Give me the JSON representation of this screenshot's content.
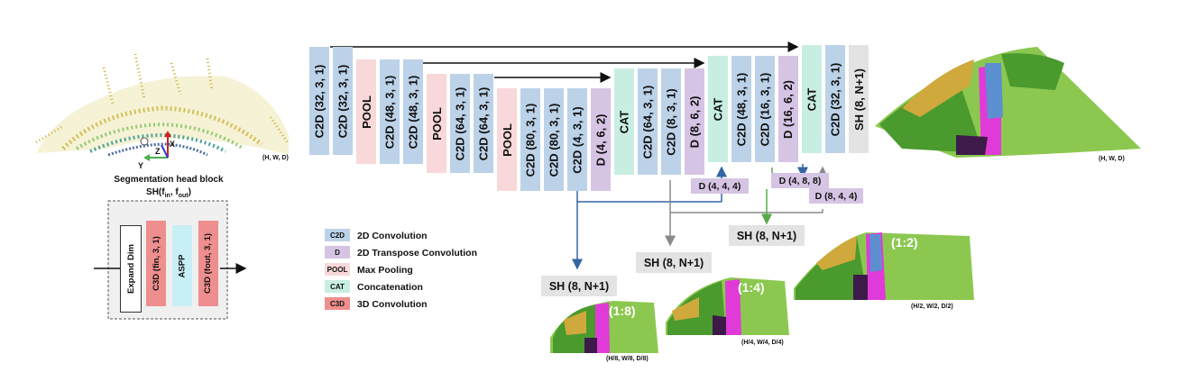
{
  "colors": {
    "c2d": "#bcd2e8",
    "pool": "#f8d8d8",
    "deconv": "#d6c4e4",
    "cat": "#c8eee2",
    "c3d": "#ef8e8e",
    "aspp": "#c8eef6",
    "sh": "#e3e3e3",
    "arrow_blue": "#3465a4",
    "arrow_gray": "#8a8a8a",
    "arrow_green": "#5aa84a"
  },
  "main_layers": [
    "C2D (32, 3, 1)",
    "C2D (32, 3, 1)",
    "POOL",
    "C2D (48, 3, 1)",
    "C2D (48, 3, 1)",
    "POOL",
    "C2D (64, 3, 1)",
    "C2D (64, 3, 1)",
    "POOL",
    "C2D (80, 3, 1)",
    "C2D (80, 3, 1)",
    "C2D (4, 3, 1)",
    "D (4, 6, 2)",
    "CAT",
    "C2D (64, 3, 1)",
    "C2D (8, 3, 1)",
    "D (8, 6, 2)",
    "CAT",
    "C2D (48, 3, 1)",
    "C2D (16, 3, 1)",
    "D (16, 6, 2)",
    "CAT",
    "C2D (32, 3, 1)",
    "SH (8, N+1)"
  ],
  "small_deconvs": [
    "D (4, 4, 4)",
    "D (4, 8, 8)",
    "D (8, 4, 4)"
  ],
  "seg_heads": [
    "SH (8, N+1)",
    "SH (8, N+1)",
    "SH (8, N+1)"
  ],
  "ratios": [
    "(1:8)",
    "(1:4)",
    "(1:2)"
  ],
  "dims": {
    "input": "(H, W, D)",
    "output": "(H, W, D)",
    "s8": "(H/8, W/8, D/8)",
    "s4": "(H/4, W/4, D/4)",
    "s2": "(H/2, W/2, D/2)"
  },
  "axes": {
    "x": "X",
    "y": "Y",
    "z": "Z"
  },
  "seg_block": {
    "title": "Segmentation head block",
    "formula_prefix": "SH(f",
    "sub_in": "in",
    "sep": ", f",
    "sub_out": "out",
    "close": ")",
    "layers": [
      "Expand Dim",
      "C3D (fin, 3, 1)",
      "ASPP",
      "C3D (fout, 3, 1)"
    ]
  },
  "legend": [
    {
      "abbr": "C2D",
      "label": "2D Convolution"
    },
    {
      "abbr": "D",
      "label": "2D Transpose Convolution"
    },
    {
      "abbr": "POOL",
      "label": "Max Pooling"
    },
    {
      "abbr": "CAT",
      "label": "Concatenation"
    },
    {
      "abbr": "C3D",
      "label": "3D Convolution"
    }
  ]
}
